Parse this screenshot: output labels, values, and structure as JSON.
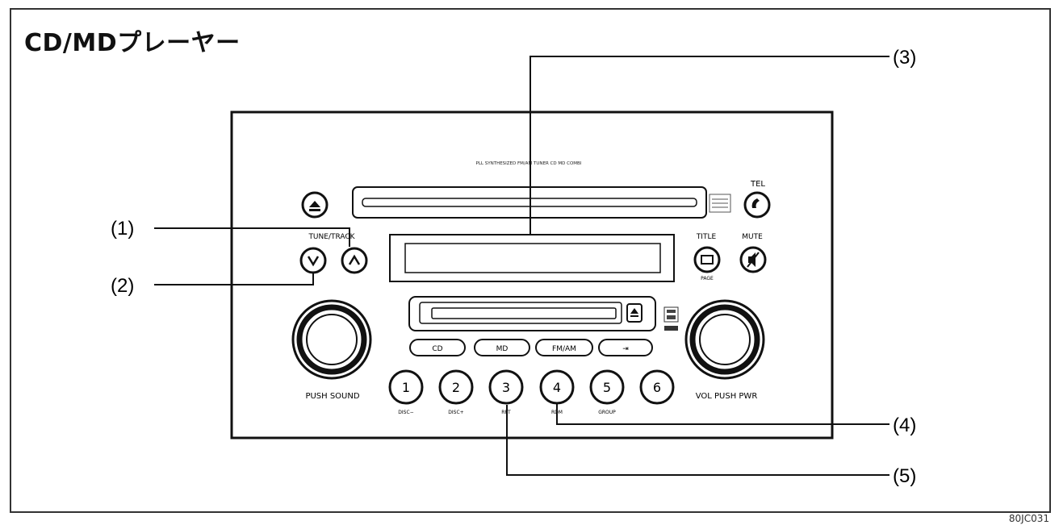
{
  "title": "CD/MDプレーヤー",
  "figure_code": "80JC031",
  "panel": {
    "model_text": "PLL SYNTHESIZED FM/AM TUNER CD MD COMBI",
    "tel_label": "TEL",
    "tune_track_label": "TUNE/TRACK",
    "title_label": "TITLE",
    "page_label": "PAGE",
    "mute_label": "MUTE",
    "push_sound_label": "PUSH SOUND",
    "vol_label": "VOL PUSH PWR",
    "source_buttons": [
      "CD",
      "MD",
      "FM/AM",
      "⇥"
    ],
    "preset_numbers": [
      "1",
      "2",
      "3",
      "4",
      "5",
      "6"
    ],
    "preset_sublabels": [
      "DISC−",
      "DISC+",
      "RPT",
      "RDM",
      "GROUP",
      ""
    ]
  },
  "callouts": {
    "c1": "(1)",
    "c2": "(2)",
    "c3": "(3)",
    "c4": "(4)",
    "c5": "(5)"
  }
}
